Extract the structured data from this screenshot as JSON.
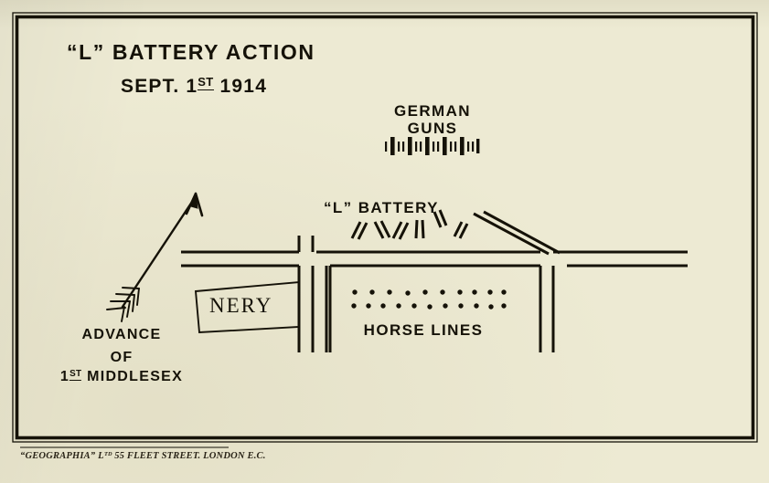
{
  "document": {
    "kind": "historical-battle-map",
    "background_color": "#edead3",
    "ink_color": "#151208"
  },
  "title": {
    "line1": "“L” BATTERY ACTION",
    "line2_prefix": "SEPT. 1",
    "line2_superscript": "ST",
    "line2_suffix": " 1914"
  },
  "labels": {
    "german_guns_line1": "GERMAN",
    "german_guns_line2": "GUNS",
    "l_battery": "“L” BATTERY",
    "nery": "NERY",
    "horse_lines": "HORSE  LINES",
    "advance_line1": "ADVANCE",
    "advance_line2": "OF",
    "advance_line3_prefix": "1",
    "advance_line3_superscript": "ST",
    "advance_line3_suffix": " MIDDLESEX"
  },
  "credit": {
    "text": "“GEOGRAPHIA” Lᵀᴰ 55 FLEET STREET. LONDON E.C."
  },
  "symbols": {
    "german_guns_count": 11,
    "l_battery_guns_count": 6,
    "horse_lines_dots_row1": 10,
    "horse_lines_dots_row2": 11
  },
  "map_features": [
    {
      "name": "frame-border",
      "type": "double-rule-rectangle"
    },
    {
      "name": "road-horizontal-main",
      "type": "double-line-road"
    },
    {
      "name": "road-vertical-west",
      "type": "double-line-road"
    },
    {
      "name": "road-vertical-east",
      "type": "double-line-road"
    },
    {
      "name": "road-diagonal-northeast",
      "type": "double-line-road"
    },
    {
      "name": "advance-arrow",
      "type": "fletched-arrow",
      "direction": "north-east"
    },
    {
      "name": "nery-village-block",
      "type": "quadrilateral-outline"
    },
    {
      "name": "german-gun-battery",
      "type": "gun-symbol-row"
    },
    {
      "name": "l-battery-guns",
      "type": "angled-gun-pairs"
    },
    {
      "name": "horse-lines-picket",
      "type": "dot-rows"
    }
  ]
}
